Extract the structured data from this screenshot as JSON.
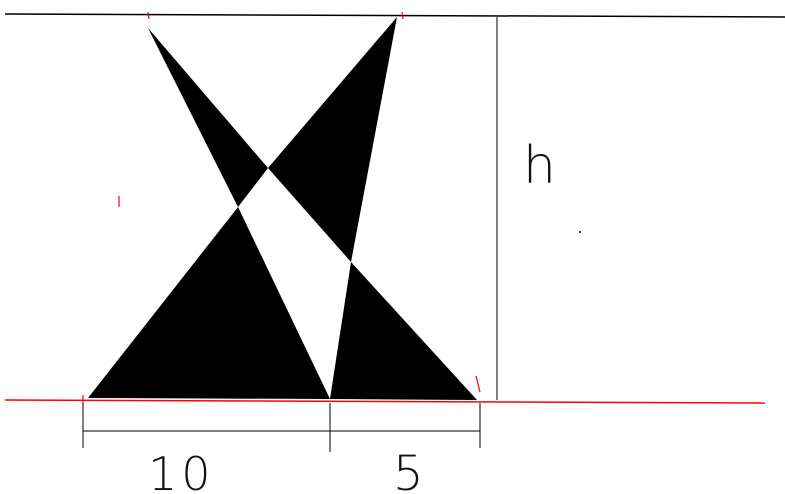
{
  "diagram": {
    "colors": {
      "top_line": "#000000",
      "ground_line": "#ff0000",
      "fill": "#000000",
      "dimension": "#000000",
      "tick_marks": "#ff0000"
    },
    "labels": {
      "height": "h",
      "left_length": "10",
      "right_length": "5"
    }
  }
}
